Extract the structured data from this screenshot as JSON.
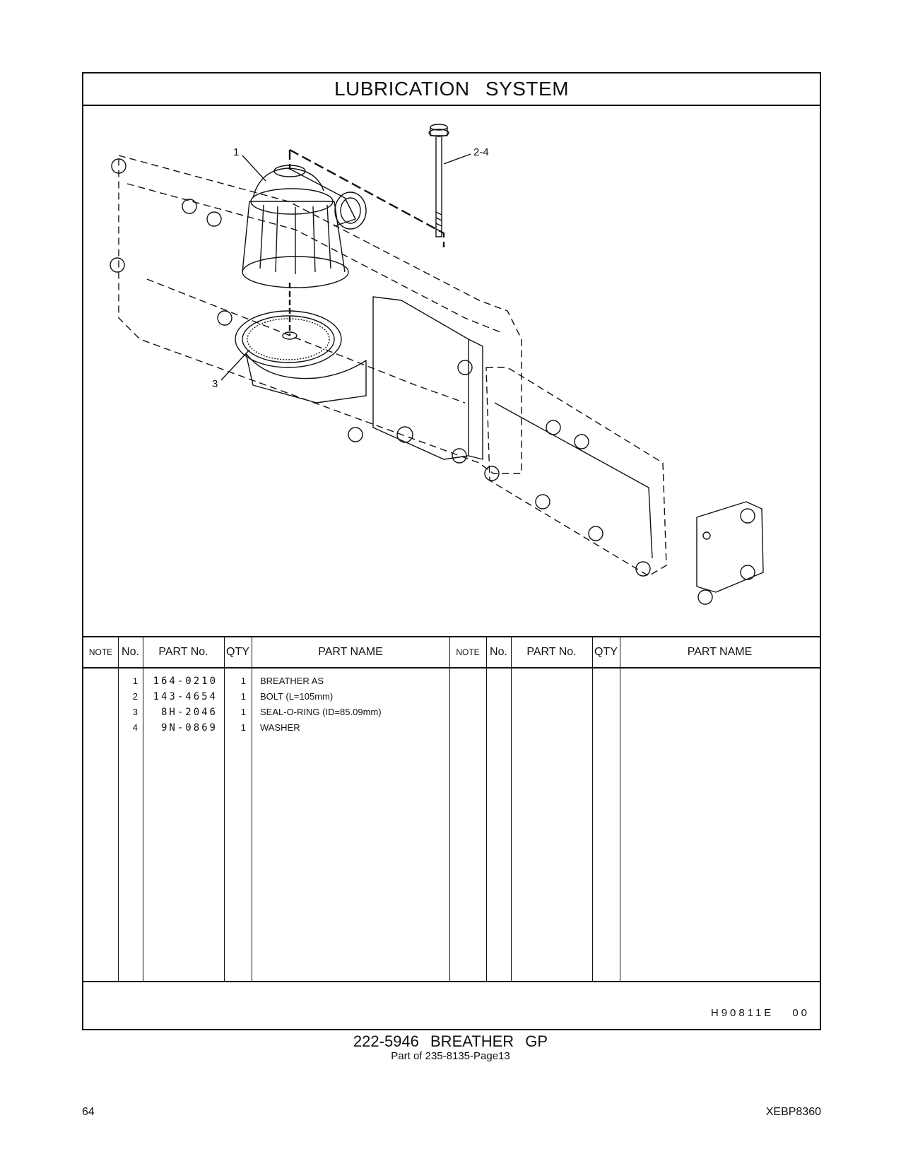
{
  "section_title": "LUBRICATION SYSTEM",
  "callouts": [
    "1",
    "2-4",
    "3"
  ],
  "table": {
    "headers": {
      "note": "NOTE",
      "no": "No.",
      "part_no": "PART No.",
      "qty": "QTY",
      "part_name": "PART NAME"
    },
    "rows": [
      {
        "no": "1",
        "part_no": "164-0210",
        "qty": "1",
        "name": "BREATHER  AS"
      },
      {
        "no": "2",
        "part_no": "143-4654",
        "qty": "1",
        "name": "BOLT (L=105mm)"
      },
      {
        "no": "3",
        "part_no": "8H-2046",
        "qty": "1",
        "name": "SEAL-O-RING (ID=85.09mm)"
      },
      {
        "no": "4",
        "part_no": "9N-0869",
        "qty": "1",
        "name": "WASHER"
      }
    ]
  },
  "illustration_code": "H90811E",
  "illustration_rev": "00",
  "caption_main": "222-5946  BREATHER  GP",
  "caption_sub": "Part of 235-8135-Page13",
  "page_number": "64",
  "document_id": "XEBP8360"
}
